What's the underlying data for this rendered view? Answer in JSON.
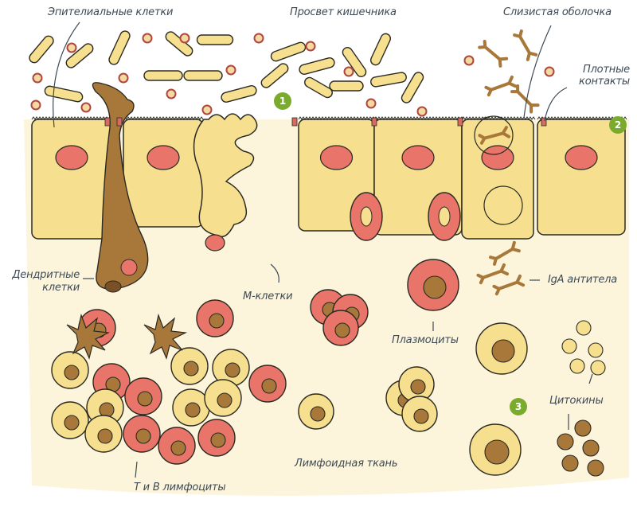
{
  "labels": {
    "epithelial_cells": "Эпителиальные клетки",
    "intestinal_lumen": "Просвет кишечника",
    "mucosa": "Слизистая оболочка",
    "tight_junctions_1": "Плотные",
    "tight_junctions_2": "контакты",
    "dendritic_cells_1": "Дендритные",
    "dendritic_cells_2": "клетки",
    "m_cells": "М-клетки",
    "iga_antibodies": "IgA антитела",
    "plasma_cells": "Плазмоциты",
    "cytokines": "Цитокины",
    "lymphoid_tissue": "Лимфоидная ткань",
    "t_b_lymphocytes": "Т и В лимфоциты"
  },
  "badges": [
    "1",
    "2",
    "3"
  ],
  "colors": {
    "badge": "#7aab2c",
    "cell_yellow": "#f6e08f",
    "nucleus_red": "#e9756a",
    "brown": "#a8773a",
    "tissue_bg": "#fcf5dc",
    "outline": "#2b2a22",
    "label": "#3d4a55"
  }
}
